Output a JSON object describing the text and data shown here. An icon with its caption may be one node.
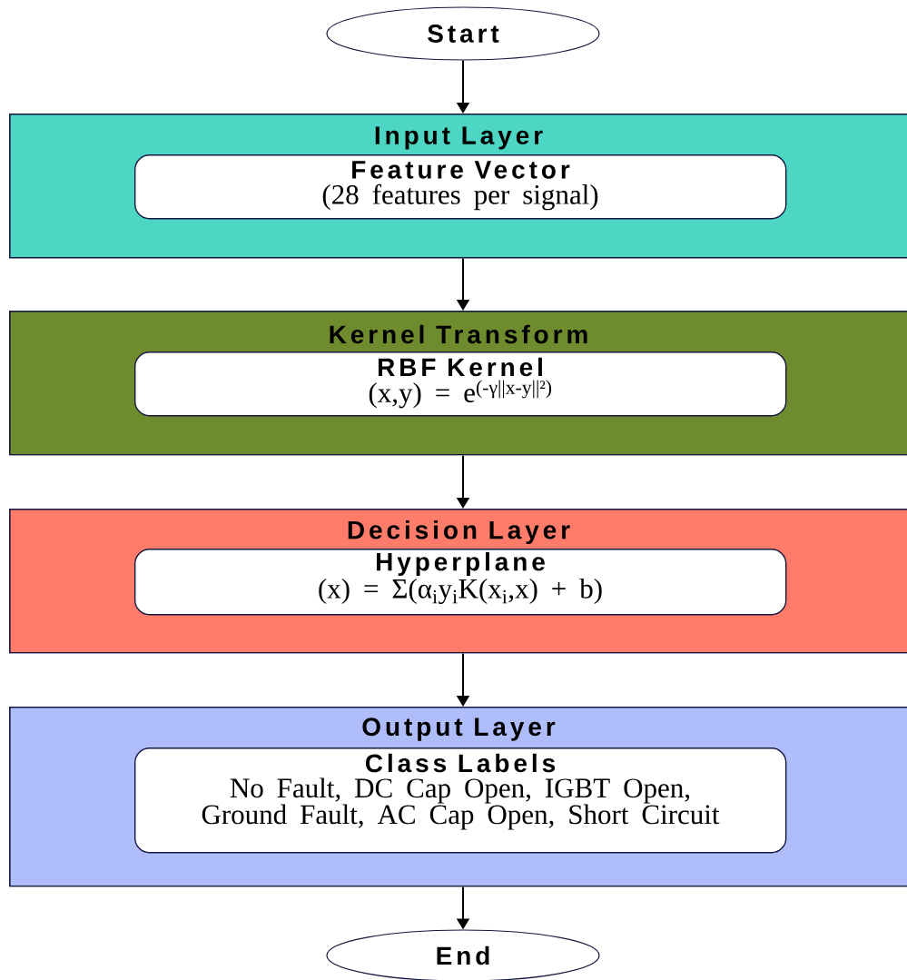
{
  "diagram": {
    "nodes": [
      {
        "text": [
          "Start"
        ]
      },
      {
        "text": [
          "Input Layer"
        ]
      },
      {
        "text": [
          "Feature Vector",
          "(28 features per signal)"
        ],
        "in": 1
      },
      {
        "text": [
          "Kernel Transform"
        ]
      },
      {
        "text": [
          "RBF Kernel",
          "(x,y) = e$^{(-γ||x-y||²)}$"
        ],
        "in": 3
      },
      {
        "text": [
          "Decision Layer"
        ]
      },
      {
        "text": [
          "Hyperplane",
          "(x) = Σ(α$_{i}$y$_{i}$K(x$_{i}$,x) + b)"
        ],
        "in": 5
      },
      {
        "text": [
          "Output Layer"
        ]
      },
      {
        "text": [
          "Class Labels",
          "No Fault, DC Cap Open, IGBT Open, Ground Fault, AC Cap Open, Short Circuit"
        ],
        "in": 7
      },
      {
        "text": [
          "End"
        ]
      }
    ],
    "edges": [
      {
        "from": 0,
        "to": 1,
        "arrow": "to"
      },
      {
        "from": 1,
        "to": 3,
        "arrow": "to"
      },
      {
        "from": 3,
        "to": 5,
        "arrow": "to"
      },
      {
        "from": 5,
        "to": 7,
        "arrow": "to"
      },
      {
        "from": 7,
        "to": 9,
        "arrow": "to"
      }
    ]
  }
}
